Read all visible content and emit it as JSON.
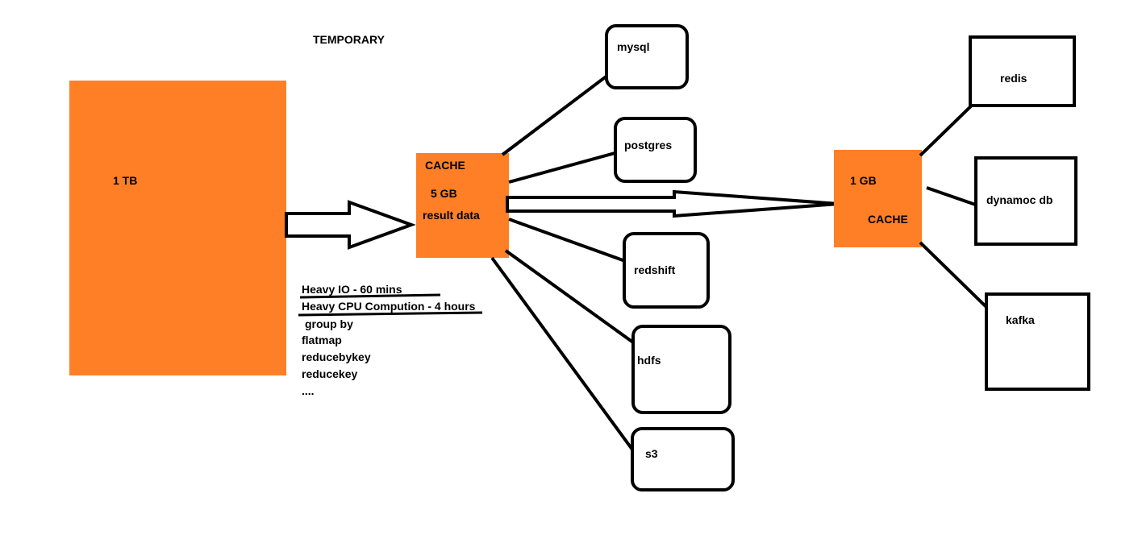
{
  "title": "TEMPORARY",
  "colors": {
    "cache_fill": "#ff7f27",
    "line": "#000000",
    "background": "#ffffff"
  },
  "source": {
    "size": "1 TB"
  },
  "notes": {
    "heavy_io": "Heavy IO - 60 mins",
    "heavy_cpu": "Heavy CPU Compution - 4 hours",
    "operations": [
      "group by",
      "flatmap",
      "reducebykey",
      "reducekey",
      "...."
    ]
  },
  "cache_primary": {
    "label": "CACHE",
    "size": "5 GB",
    "content": "result data"
  },
  "cache_secondary": {
    "size": "1 GB",
    "label": "CACHE"
  },
  "primary_targets": [
    "mysql",
    "postgres",
    "redshift",
    "hdfs",
    "s3"
  ],
  "secondary_targets": [
    "redis",
    "dynamoc db",
    "kafka"
  ]
}
